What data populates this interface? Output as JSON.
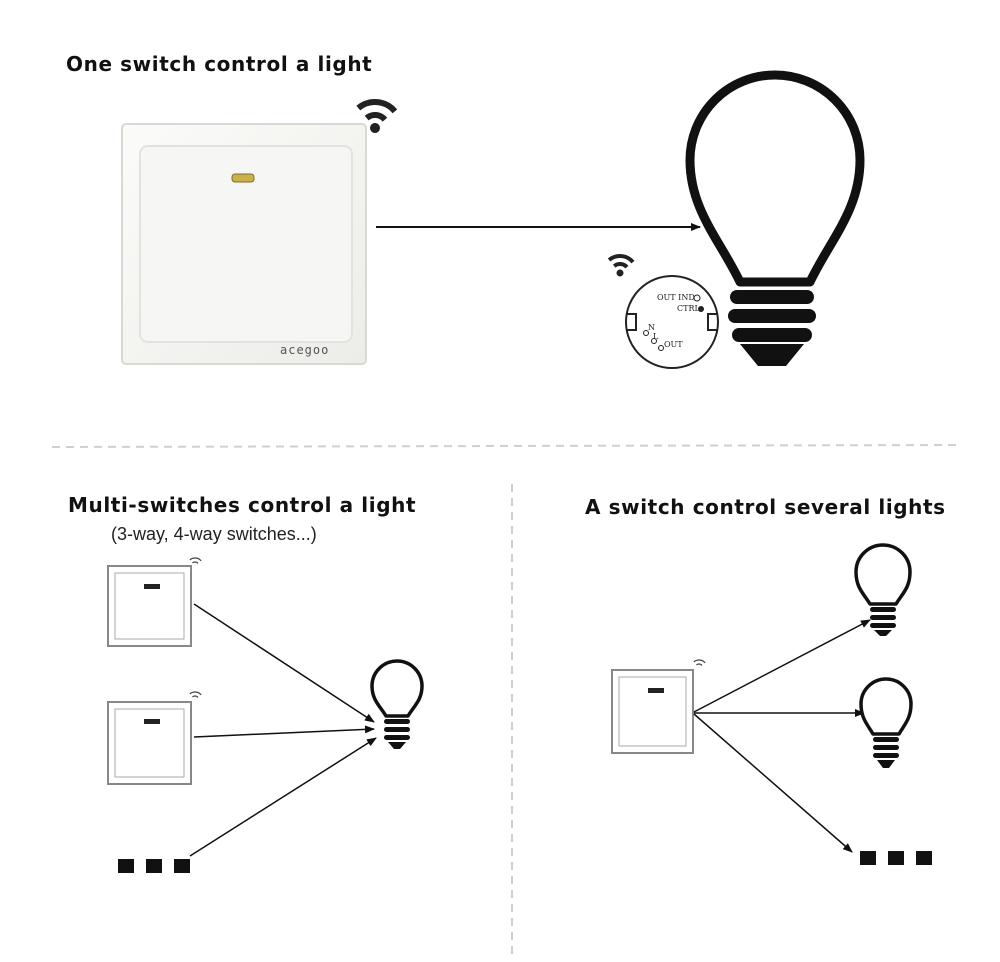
{
  "sections": {
    "top": {
      "title": "One switch control a light"
    },
    "bottom_left": {
      "title": "Multi-switches control a light",
      "subtitle": "(3-way, 4-way switches...)"
    },
    "bottom_right": {
      "title": "A switch control several lights"
    }
  },
  "switch_brand": "acegoo",
  "receiver_module": {
    "labels": [
      "OUT IND",
      "CTRL",
      "N",
      "L",
      "OUT"
    ]
  },
  "icons": [
    "wifi-signal-icon",
    "light-bulb-icon",
    "wall-switch-icon",
    "ellipsis-squares-icon",
    "arrow-icon"
  ],
  "colors": {
    "line": "#111111",
    "switch_face": "#f4f4f2",
    "divider": "#cccccc"
  }
}
